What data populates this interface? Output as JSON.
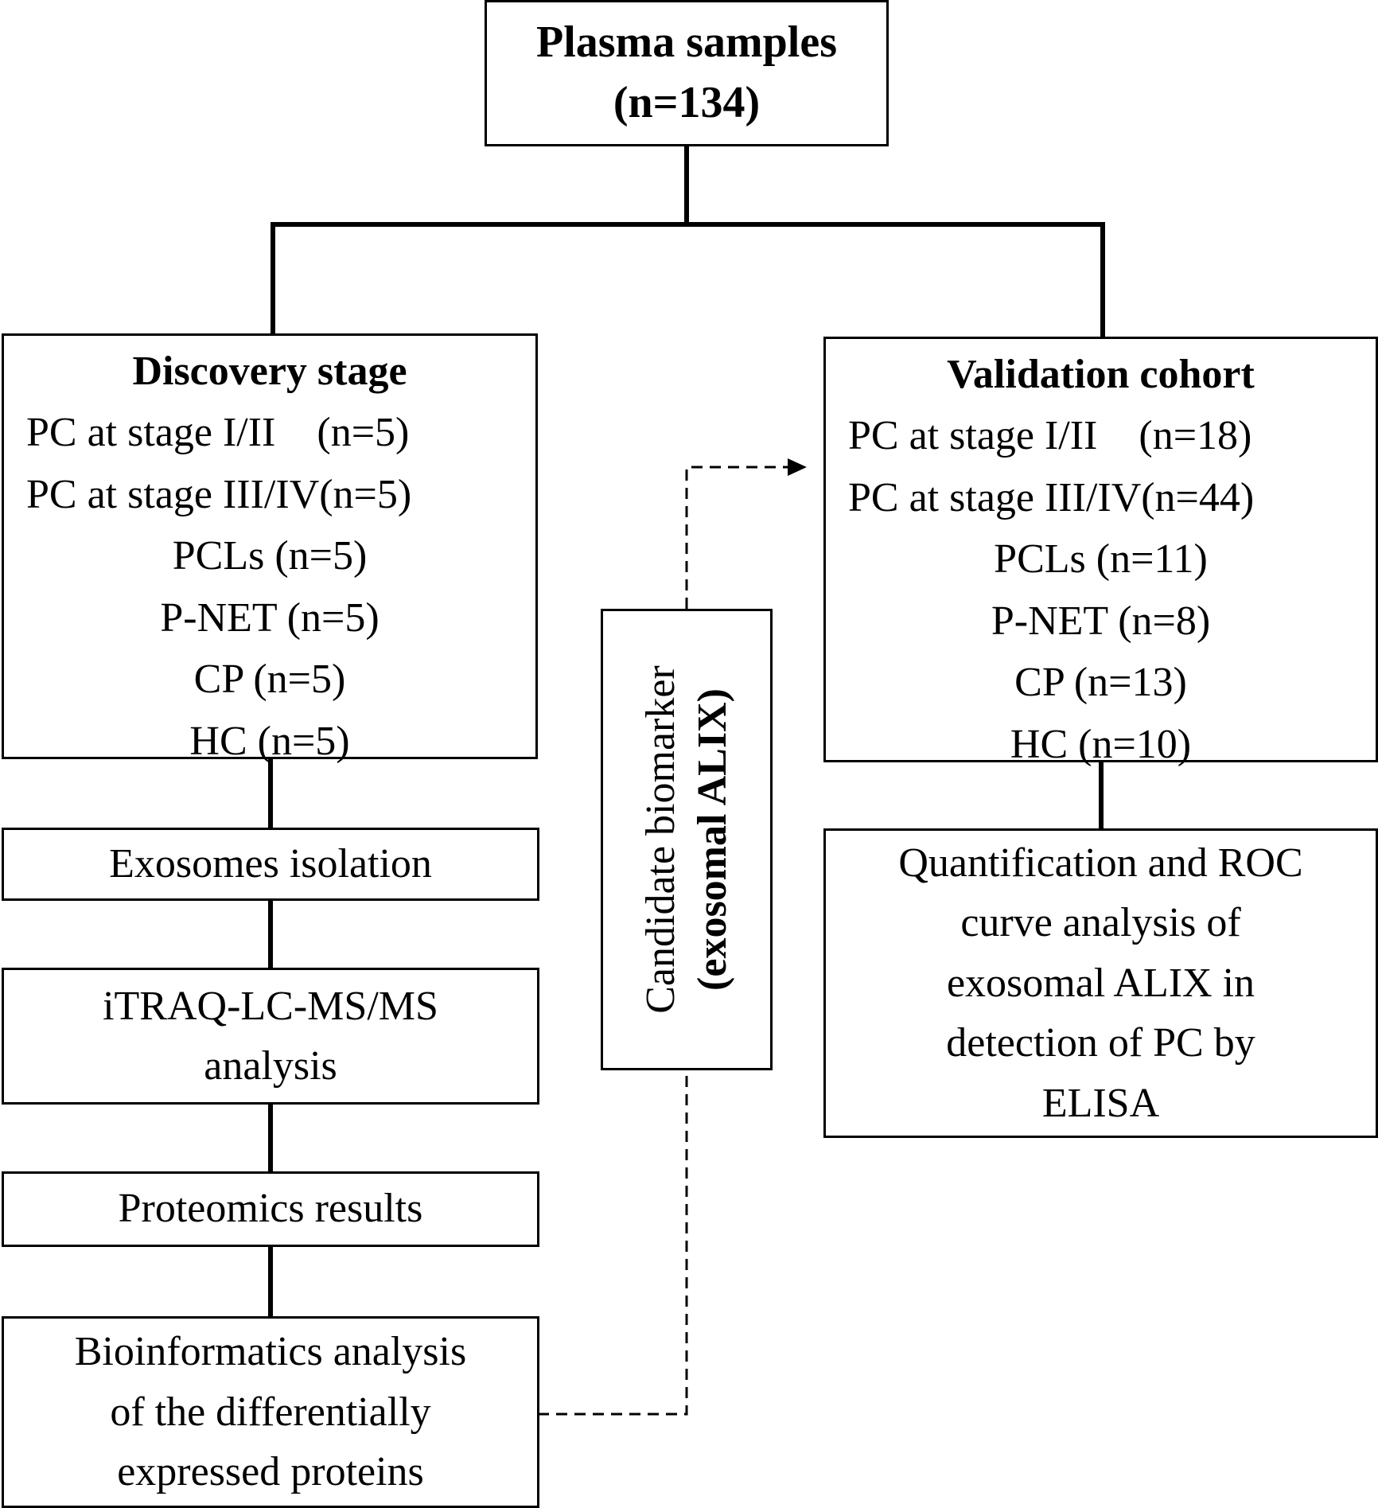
{
  "title_box": {
    "line1": "Plasma samples",
    "line2": "(n=134)"
  },
  "discovery": {
    "heading": "Discovery stage",
    "rows": [
      "PC at stage I/II    (n=5)",
      "PC at stage III/IV(n=5)",
      "PCLs (n=5)",
      "P-NET (n=5)",
      "CP (n=5)",
      "HC (n=5)"
    ]
  },
  "validation": {
    "heading": "Validation cohort",
    "rows": [
      "PC at stage I/II    (n=18)",
      "PC at stage III/IV(n=44)",
      "PCLs (n=11)",
      "P-NET (n=8)",
      "CP (n=13)",
      "HC (n=10)"
    ]
  },
  "steps": {
    "exosomes": "Exosomes isolation",
    "itraq_line1": "iTRAQ-LC-MS/MS",
    "itraq_line2": "analysis",
    "proteomics": "Proteomics results",
    "bioinf_line1": "Bioinformatics analysis",
    "bioinf_line2": "of the differentially",
    "bioinf_line3": "expressed proteins"
  },
  "candidate": {
    "line1": "Candidate biomarker",
    "line2": "(exosomal ALIX)"
  },
  "quant": {
    "line1": "Quantification and ROC",
    "line2": "curve analysis of",
    "line3": "exosomal ALIX in",
    "line4": "detection of PC by",
    "line5": "ELISA"
  }
}
